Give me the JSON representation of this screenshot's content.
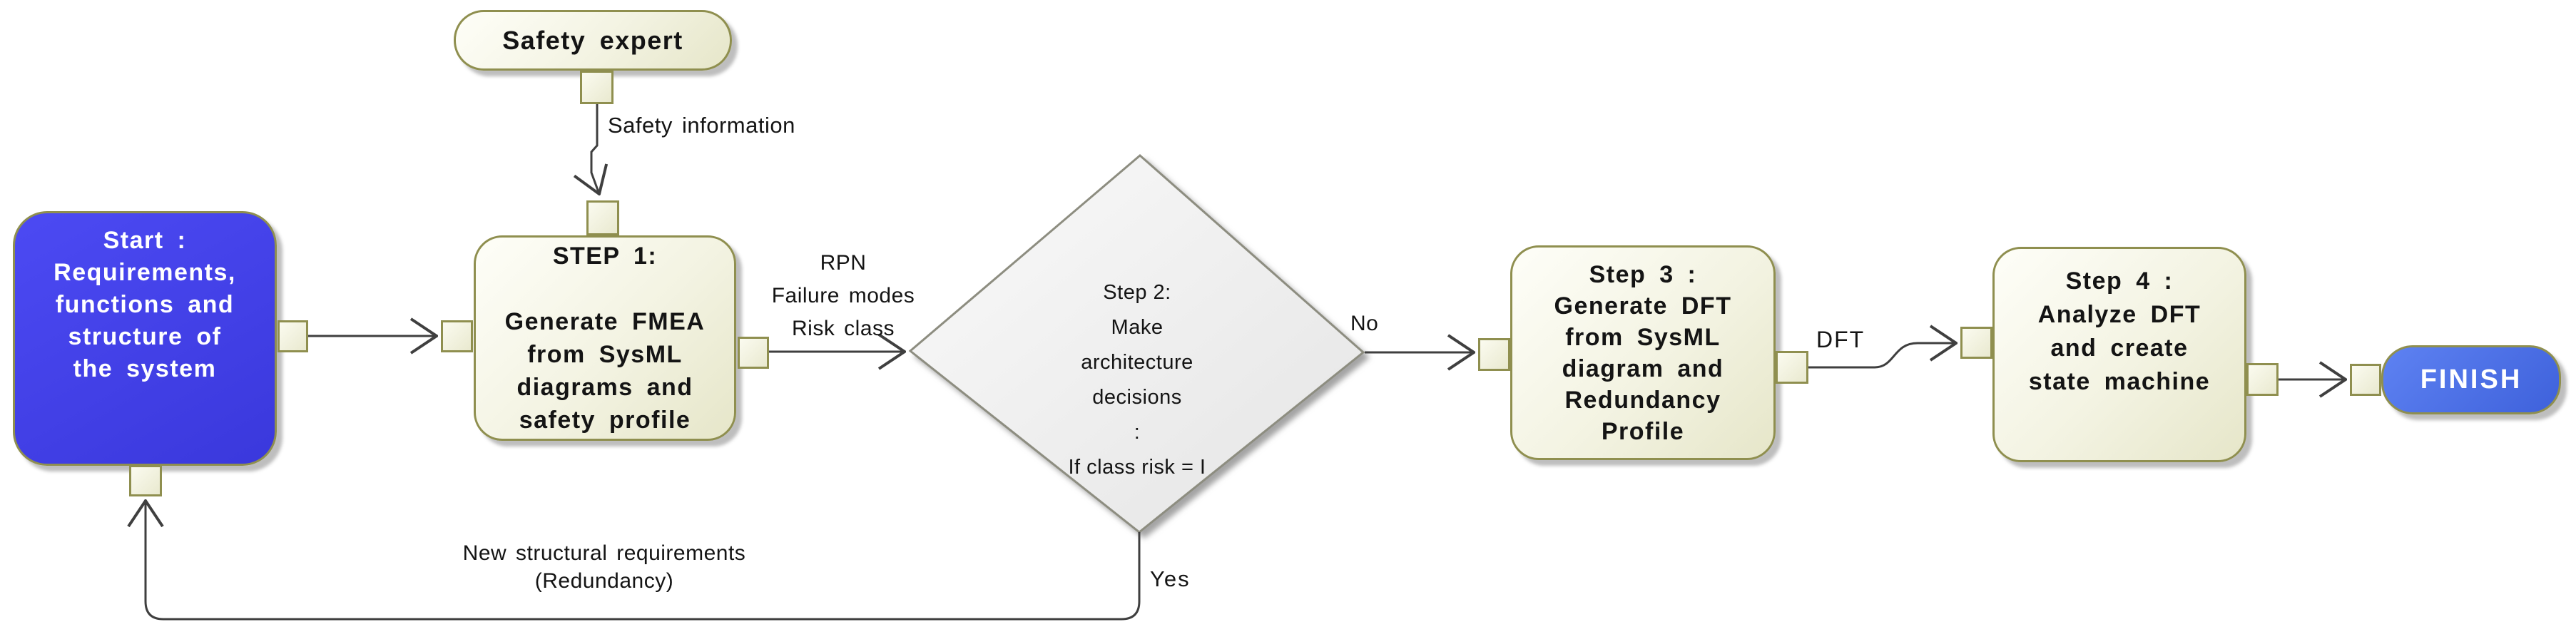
{
  "diagram": {
    "nodes": {
      "safety_expert": {
        "label": "Safety expert"
      },
      "start": {
        "label": "Start :\nRequirements,\nfunctions and\nstructure of\nthe system"
      },
      "step1": {
        "label": "STEP 1:\n\nGenerate FMEA\nfrom SysML\ndiagrams and\nsafety profile"
      },
      "step2": {
        "label": "Step 2:\nMake\narchitecture\ndecisions\n:\nIf class risk = I"
      },
      "step3": {
        "label": "Step 3 :\nGenerate DFT\nfrom SysML\ndiagram and\nRedundancy\nProfile"
      },
      "step4": {
        "label": "Step 4 :\nAnalyze DFT\nand create\nstate machine"
      },
      "finish": {
        "label": "FINISH"
      }
    },
    "edge_labels": {
      "safety_information": "Safety information",
      "rpn": "RPN\nFailure modes\nRisk class",
      "no": "No",
      "dft": "DFT",
      "yes": "Yes",
      "feedback": "New structural requirements\n(Redundancy)"
    },
    "colors": {
      "node_border": "#8F8F4F",
      "node_fill_light": "#FEFEF8",
      "node_fill_dark": "#E6E6C9",
      "diamond_border": "#8D8D80",
      "connector": "#3F3F3F",
      "label_text": "#141414",
      "node_text": "#141414",
      "inverse_text": "#FFFFFF",
      "start_fill_top": "#4C4AF3",
      "start_fill_bottom": "#3A38DC",
      "finish_fill_top": "#5E82F2",
      "finish_fill_bottom": "#3E61DB"
    }
  }
}
